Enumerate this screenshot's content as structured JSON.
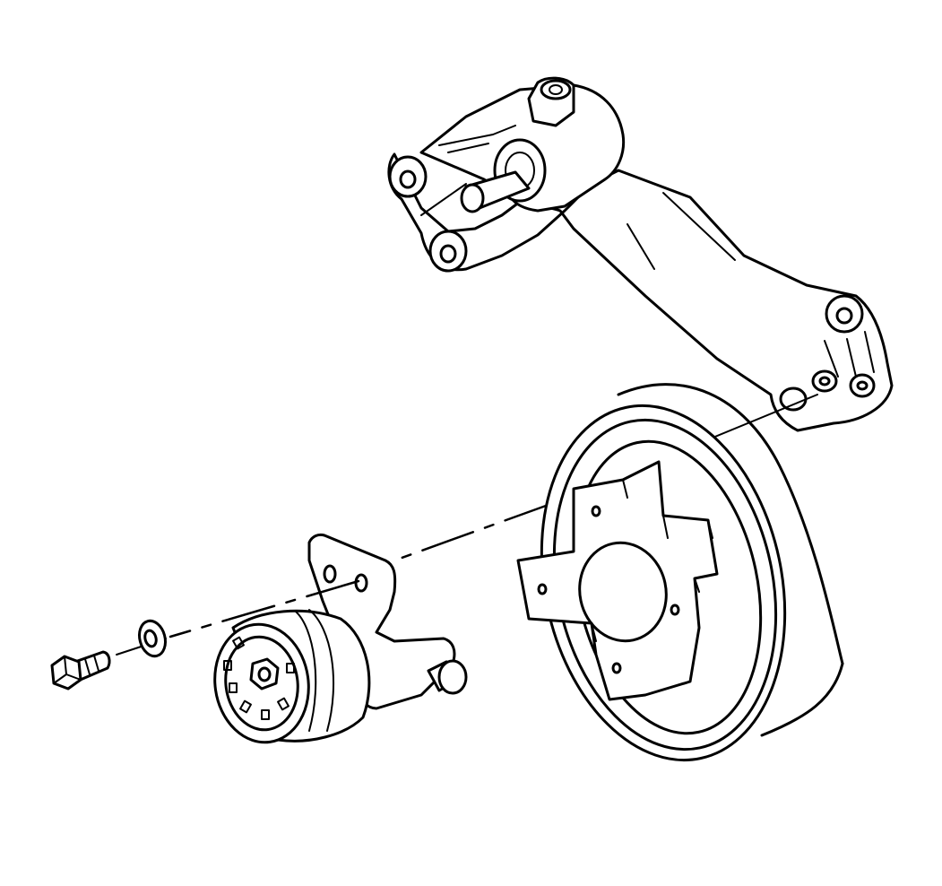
{
  "diagram": {
    "parts": [
      {
        "id": "mounting-bracket",
        "label": ""
      },
      {
        "id": "crankshaft-pulley",
        "label": ""
      },
      {
        "id": "tensioner-pulley",
        "label": ""
      },
      {
        "id": "tensioner-bracket",
        "label": ""
      },
      {
        "id": "washer",
        "label": ""
      },
      {
        "id": "bolt",
        "label": ""
      }
    ],
    "colors": {
      "line": "#000000",
      "background": "#ffffff"
    }
  }
}
